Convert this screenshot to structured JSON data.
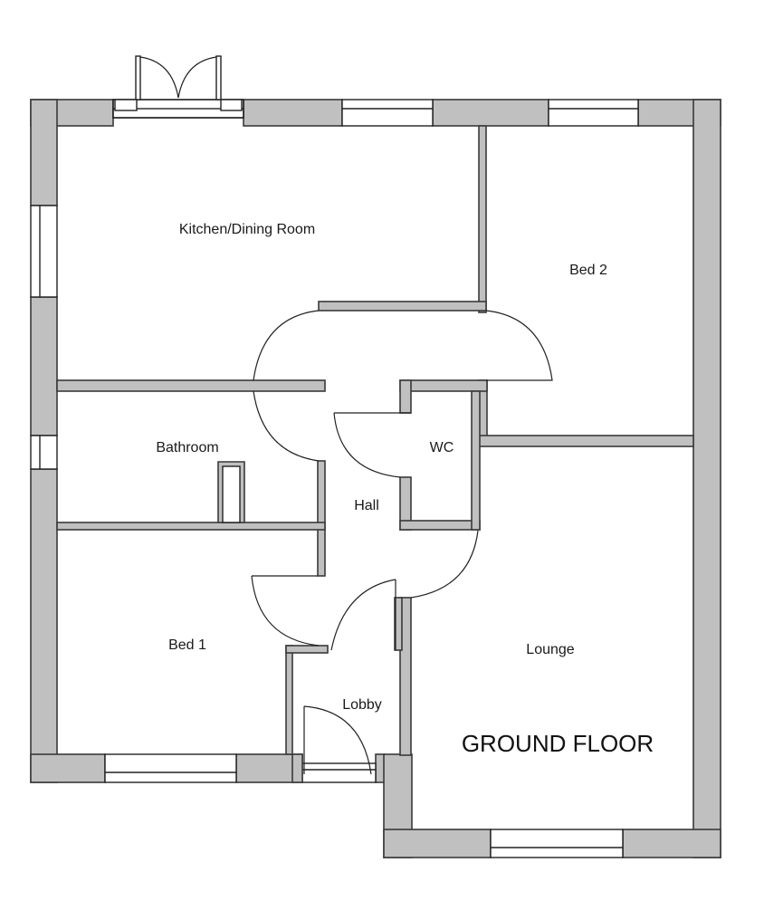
{
  "plan": {
    "title": "GROUND FLOOR",
    "wall_color": "#c0c0c0",
    "line_color": "#222222",
    "rooms": [
      {
        "id": "kitchen",
        "label": "Kitchen/Dining Room"
      },
      {
        "id": "bed2",
        "label": "Bed 2"
      },
      {
        "id": "bathroom",
        "label": "Bathroom"
      },
      {
        "id": "wc",
        "label": "WC"
      },
      {
        "id": "hall",
        "label": "Hall"
      },
      {
        "id": "bed1",
        "label": "Bed 1"
      },
      {
        "id": "lounge",
        "label": "Lounge"
      },
      {
        "id": "lobby",
        "label": "Lobby"
      }
    ]
  }
}
